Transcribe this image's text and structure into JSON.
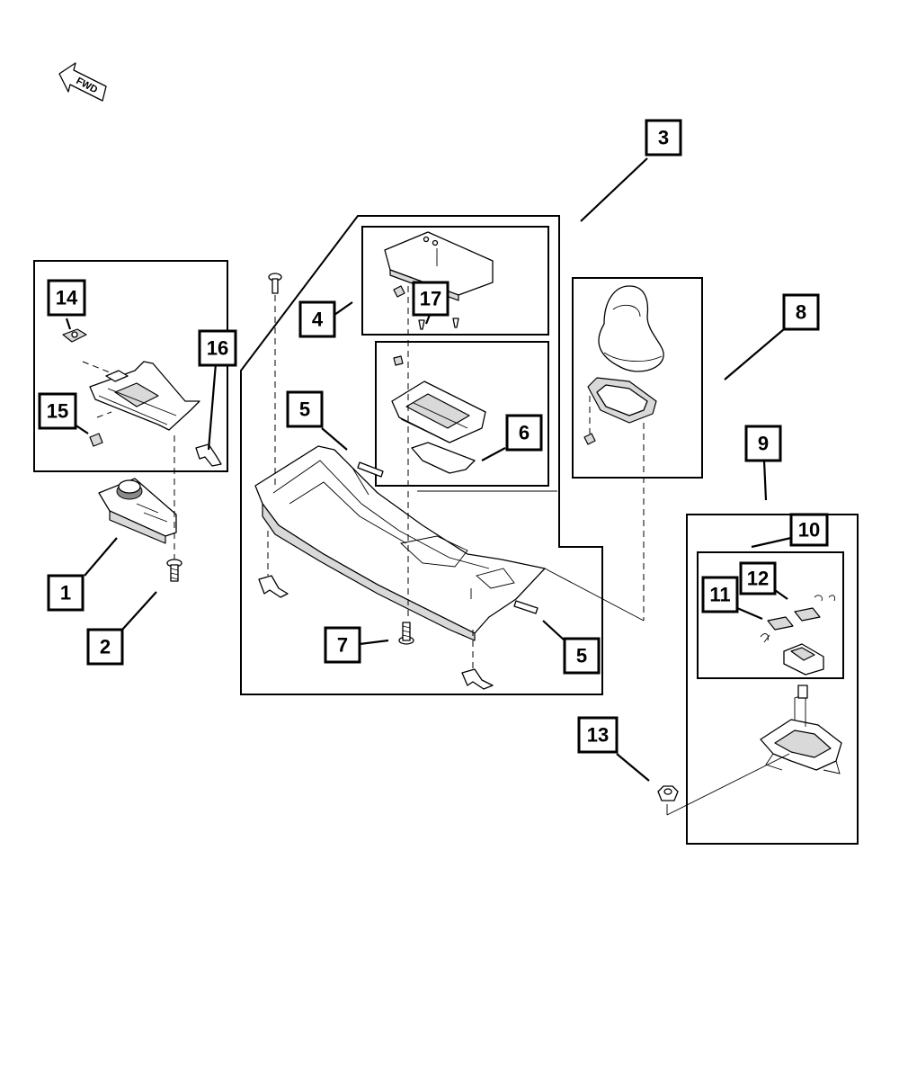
{
  "orientation": {
    "label": "FWD",
    "icon": "forward-arrow-icon"
  },
  "callouts": [
    {
      "id": "1",
      "label": "1"
    },
    {
      "id": "2",
      "label": "2"
    },
    {
      "id": "3",
      "label": "3"
    },
    {
      "id": "4",
      "label": "4"
    },
    {
      "id": "5a",
      "label": "5"
    },
    {
      "id": "5b",
      "label": "5"
    },
    {
      "id": "6",
      "label": "6"
    },
    {
      "id": "7",
      "label": "7"
    },
    {
      "id": "8",
      "label": "8"
    },
    {
      "id": "9",
      "label": "9"
    },
    {
      "id": "10",
      "label": "10"
    },
    {
      "id": "11",
      "label": "11"
    },
    {
      "id": "12",
      "label": "12"
    },
    {
      "id": "13",
      "label": "13"
    },
    {
      "id": "14",
      "label": "14"
    },
    {
      "id": "15",
      "label": "15"
    },
    {
      "id": "16",
      "label": "16"
    },
    {
      "id": "17",
      "label": "17"
    }
  ]
}
